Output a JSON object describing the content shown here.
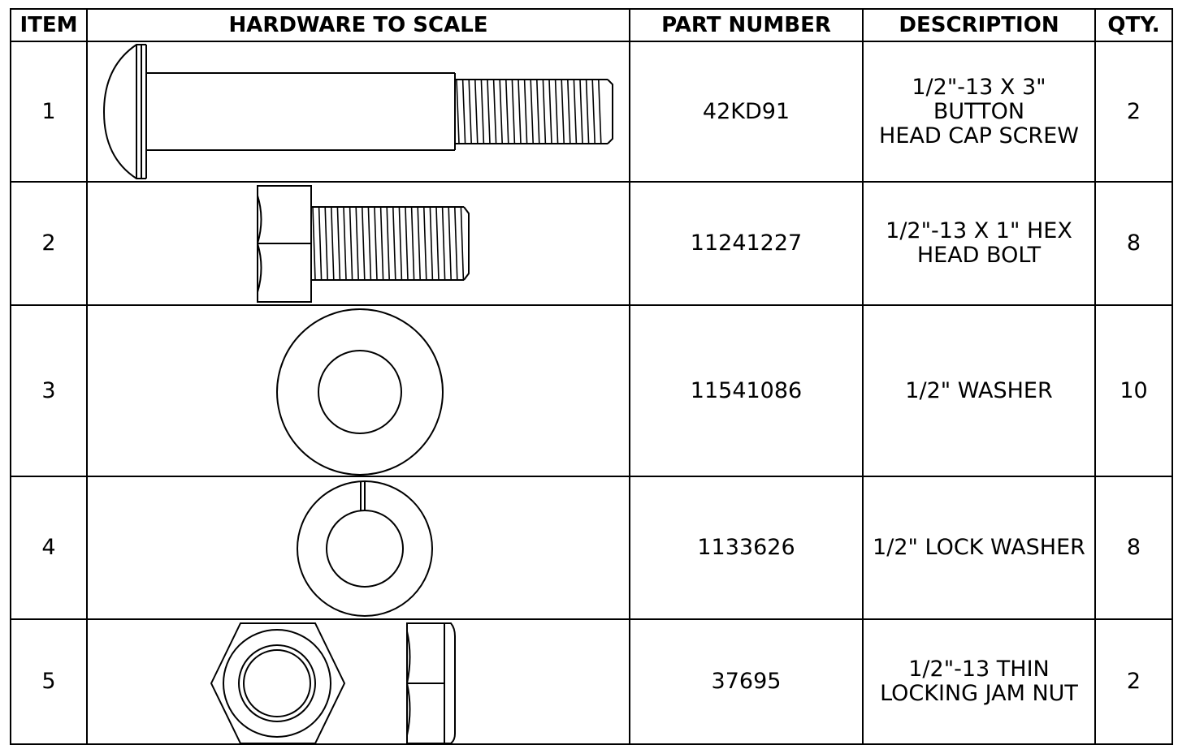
{
  "table": {
    "headers": {
      "item": "ITEM",
      "hardware": "HARDWARE TO SCALE",
      "part_number": "PART NUMBER",
      "description": "DESCRIPTION",
      "qty": "QTY."
    },
    "rows": [
      {
        "item": "1",
        "hardware_icon": "button-head-cap-screw-icon",
        "part_number": "42KD91",
        "description_line1": "1/2\"-13 X 3\" BUTTON",
        "description_line2": "HEAD CAP SCREW",
        "qty": "2"
      },
      {
        "item": "2",
        "hardware_icon": "hex-head-bolt-icon",
        "part_number": "11241227",
        "description_line1": "1/2\"-13 X 1\" HEX",
        "description_line2": "HEAD BOLT",
        "qty": "8"
      },
      {
        "item": "3",
        "hardware_icon": "washer-icon",
        "part_number": "11541086",
        "description_line1": "1/2\" WASHER",
        "description_line2": "",
        "qty": "10"
      },
      {
        "item": "4",
        "hardware_icon": "lock-washer-icon",
        "part_number": "1133626",
        "description_line1": "1/2\" LOCK WASHER",
        "description_line2": "",
        "qty": "8"
      },
      {
        "item": "5",
        "hardware_icon": "jam-nut-icon",
        "part_number": "37695",
        "description_line1": "1/2\"-13 THIN",
        "description_line2": "LOCKING JAM NUT",
        "qty": "2"
      }
    ]
  }
}
